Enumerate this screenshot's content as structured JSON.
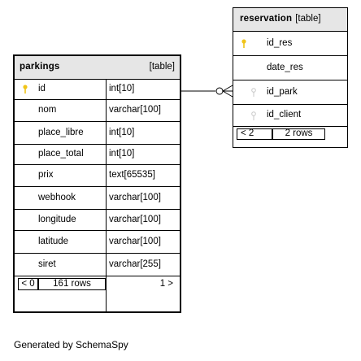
{
  "parkings": {
    "name": "parkings",
    "kind": "[table]",
    "columns": [
      {
        "name": "id",
        "type": "int[10]",
        "pk": true
      },
      {
        "name": "nom",
        "type": "varchar[100]"
      },
      {
        "name": "place_libre",
        "type": "int[10]"
      },
      {
        "name": "place_total",
        "type": "int[10]"
      },
      {
        "name": "prix",
        "type": "text[65535]"
      },
      {
        "name": "webhook",
        "type": "varchar[100]"
      },
      {
        "name": "longitude",
        "type": "varchar[100]"
      },
      {
        "name": "latitude",
        "type": "varchar[100]"
      },
      {
        "name": "siret",
        "type": "varchar[255]"
      }
    ],
    "footer": {
      "parents": "< 0",
      "rows": "161 rows",
      "children": "1 >"
    }
  },
  "reservation": {
    "name": "reservation",
    "kind": "[table]",
    "columns": [
      {
        "name": "id_res",
        "pk": true
      },
      {
        "name": "date_res"
      },
      {
        "name": "id_park",
        "fk": true
      },
      {
        "name": "id_client",
        "fk": true
      }
    ],
    "footer": {
      "parents": "< 2",
      "rows": "2 rows"
    }
  },
  "caption": "Generated by SchemaSpy",
  "colors": {
    "header_bg": "#e6e6e6",
    "pk_key": "#f0c419",
    "fk_key": "#c8c8c8",
    "border": "#000000"
  }
}
